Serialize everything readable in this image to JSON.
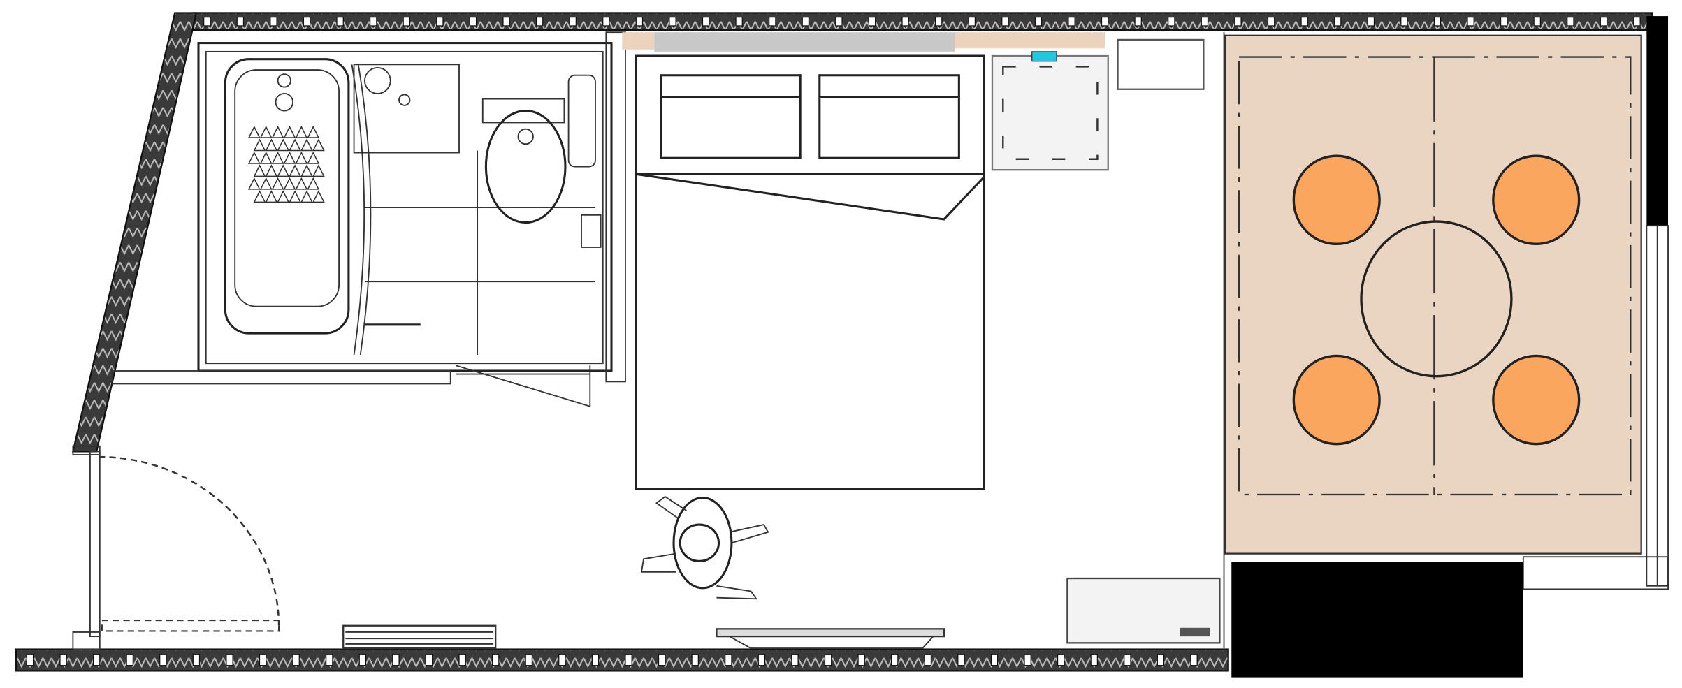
{
  "diagram": {
    "kind": "floor-plan",
    "rooms": [
      "bathroom",
      "bedroom",
      "dining-area",
      "entrance"
    ],
    "furniture": [
      "bathtub",
      "sink",
      "toilet",
      "double-bed",
      "pillow",
      "pillow",
      "nightstand",
      "cabinet",
      "dining-table",
      "chair",
      "chair",
      "chair",
      "chair",
      "desk",
      "bench",
      "tv-stand",
      "person-figure",
      "entry-door"
    ],
    "chair_count": 4
  },
  "colors": {
    "wall": "#2a2a2a",
    "dining_floor": "#ead5c2",
    "chair": "#fba65f",
    "headboard": "#c8c8c8",
    "headboard_side": "#ecd3bd",
    "accent_cyan": "#1ec8e0",
    "furniture_fill": "#f3f3f3",
    "solid_block": "#000000"
  }
}
